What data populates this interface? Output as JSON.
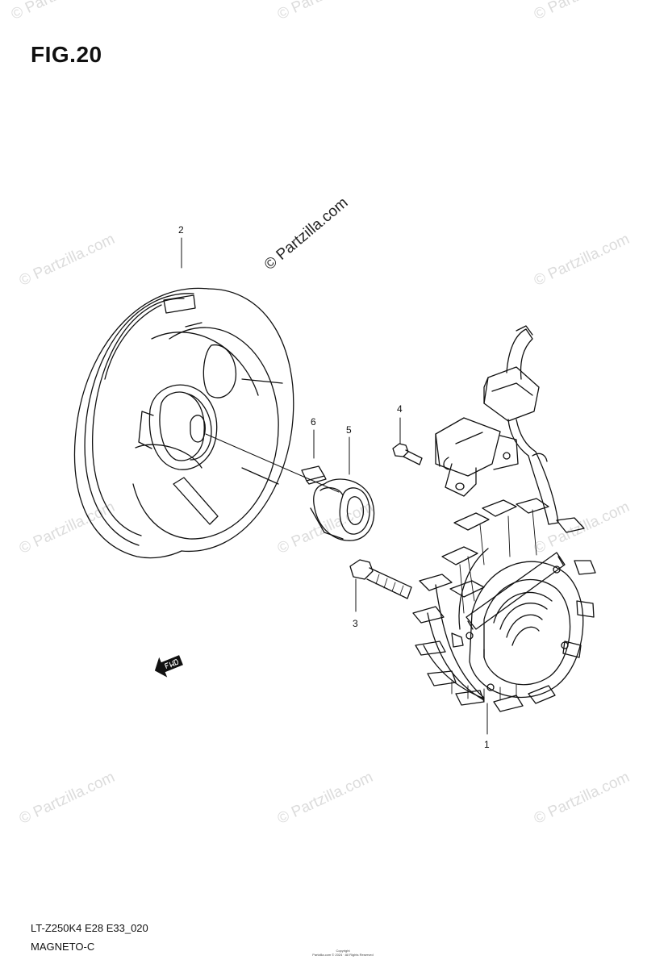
{
  "figure": {
    "title": "FIG.20",
    "model_code": "LT-Z250K4 E28 E33_020",
    "section_name": "MAGNETO-C",
    "watermark_main": "© Partzilla.com",
    "watermark_tile": "© Partzilla.com",
    "copyright_heading": "Copyright",
    "copyright_line": "Partzilla.com © 2024 · All Rights Reserved"
  },
  "callouts": [
    {
      "id": "1",
      "label": "1"
    },
    {
      "id": "2",
      "label": "2"
    },
    {
      "id": "3",
      "label": "3"
    },
    {
      "id": "4",
      "label": "4"
    },
    {
      "id": "5",
      "label": "5"
    },
    {
      "id": "6",
      "label": "6"
    }
  ],
  "fwd_icon": "front-arrow-icon",
  "colors": {
    "line": "#111111",
    "watermark": "#dcdcdc"
  }
}
